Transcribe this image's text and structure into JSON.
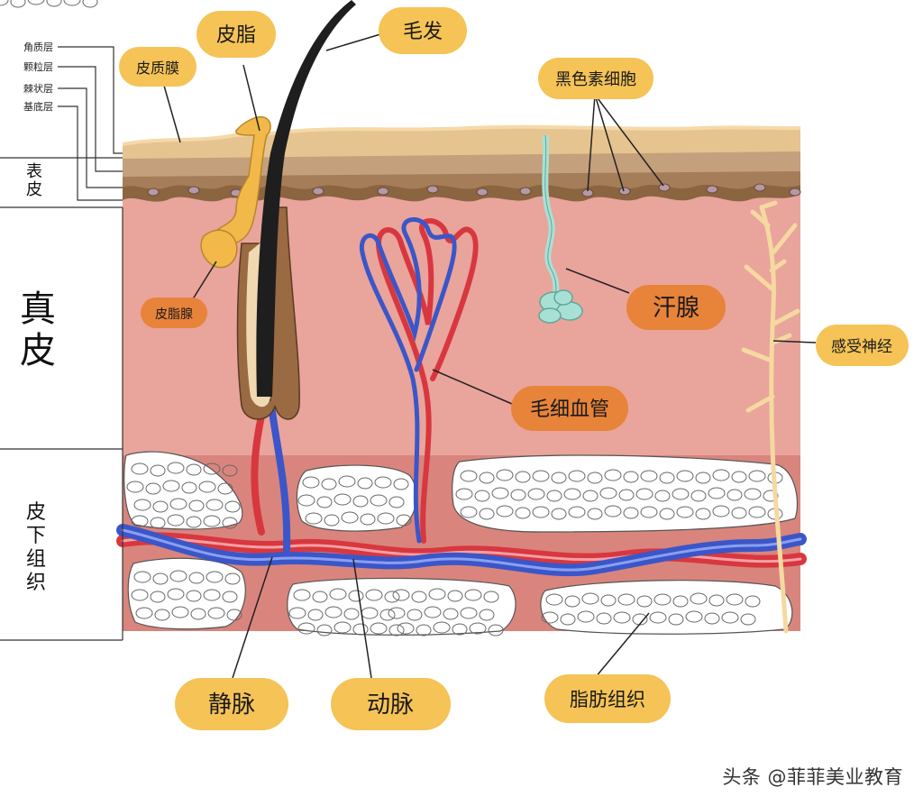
{
  "layer_names": {
    "stratum_corneum": "角质层",
    "stratum_granulosum": "颗粒层",
    "stratum_spinosum": "棘状层",
    "stratum_basale": "基底层"
  },
  "side_labels": {
    "epidermis": "表皮",
    "dermis": "真皮",
    "hypodermis": "皮下组织"
  },
  "callouts": {
    "sebum": "皮脂",
    "hair": "毛发",
    "skin_film": "皮质膜",
    "melanocyte": "黑色素细胞",
    "sebaceous_gland": "皮脂腺",
    "sweat_gland": "汗腺",
    "sensory_nerve": "感受神经",
    "capillary": "毛细血管",
    "vein": "静脉",
    "artery": "动脉",
    "fat_tissue": "脂肪组织"
  },
  "watermark": "头条 @菲菲美业教育",
  "colors": {
    "tag_yellow": "#f5c356",
    "tag_orange": "#e8833a",
    "dermis": "#e8a39b",
    "epidermis_brown": "#b58a62",
    "artery_red": "#e0424a",
    "vein_blue": "#3a55c8",
    "sebum_yellow": "#f2b94a",
    "sweat_gland_teal": "#a9e0d6",
    "nerve_cream": "#f5d9a0",
    "hair_black": "#1e1e1e"
  }
}
